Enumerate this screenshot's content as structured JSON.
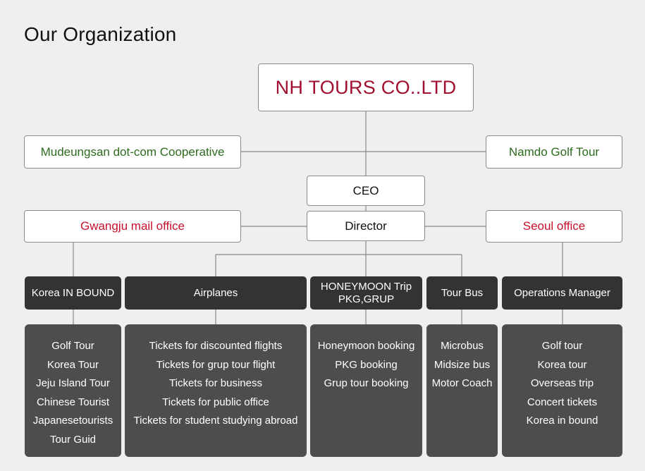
{
  "page_title": "Our Organization",
  "company": "NH TOURS CO..LTD",
  "affiliates": {
    "left": "Mudeungsan dot-com Cooperative",
    "right": "Namdo Golf Tour"
  },
  "ceo": "CEO",
  "director": "Director",
  "offices": {
    "left": "Gwangju mail office",
    "right": "Seoul office"
  },
  "colors": {
    "company": "#a01030",
    "affiliate": "#2e6b1e",
    "office": "#c8102e",
    "dept_header": "#333333",
    "dept_list": "#4d4d4d"
  },
  "departments": [
    {
      "name": "Korea IN BOUND",
      "items": [
        "Golf Tour",
        "Korea Tour",
        "Jeju Island Tour",
        "Chinese Tourist",
        "Japanesetourists",
        "Tour Guid"
      ]
    },
    {
      "name": "Airplanes",
      "items": [
        "Tickets for discounted flights",
        "Tickets for grup tour flight",
        "Tickets for business",
        "Tickets for public office",
        "Tickets for student studying abroad"
      ]
    },
    {
      "name_line1": "HONEYMOON Trip",
      "name_line2": "PKG,GRUP",
      "items": [
        "Honeymoon booking",
        "PKG booking",
        "Grup tour booking"
      ]
    },
    {
      "name": "Tour Bus",
      "items": [
        "Microbus",
        "Midsize bus",
        "Motor Coach"
      ]
    },
    {
      "name": "Operations Manager",
      "items": [
        "Golf tour",
        "Korea tour",
        "Overseas trip",
        "Concert tickets",
        "Korea in bound"
      ]
    }
  ]
}
